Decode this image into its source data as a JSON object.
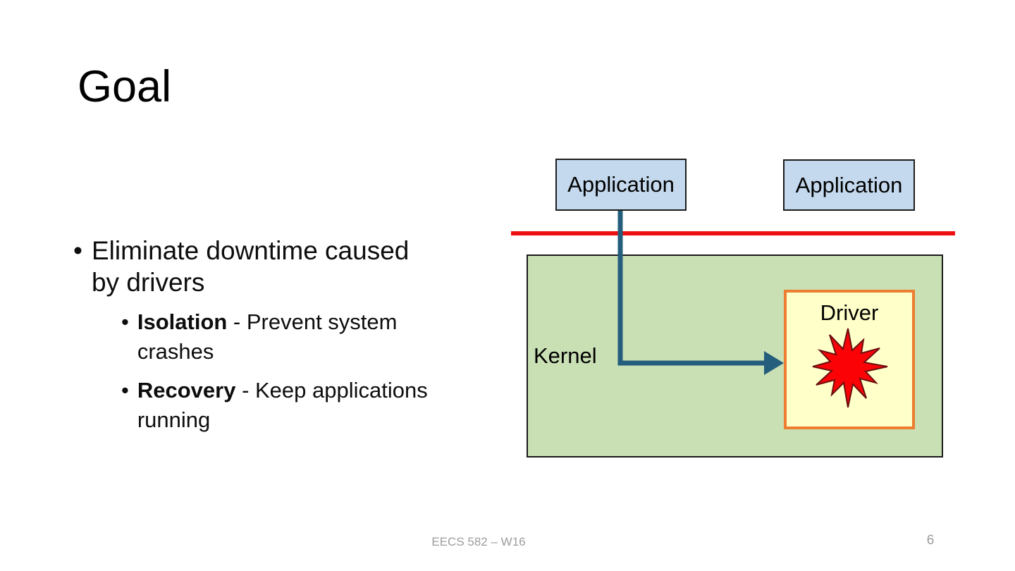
{
  "slide": {
    "title": "Goal",
    "bullets": [
      {
        "level": 1,
        "text": "Eliminate downtime caused by drivers"
      },
      {
        "level": 2,
        "lead": "Isolation",
        "rest": " - Prevent system crashes"
      },
      {
        "level": 2,
        "lead": "Recovery",
        "rest": " - Keep applications running"
      }
    ],
    "bullet_glyph": "•",
    "footer": {
      "course": "EECS 582 – W16",
      "page_number": "6"
    }
  },
  "diagram": {
    "application_box_1": "Application",
    "application_box_2": "Application",
    "kernel_label": "Kernel",
    "driver_label": "Driver",
    "crash_icon": "explosion-starburst",
    "colors": {
      "application_fill": "#c4d9ed",
      "kernel_fill": "#c9dfb4",
      "driver_fill": "#ffffc9",
      "driver_border": "#ed7d31",
      "boundary_line": "#ee1111",
      "arrow": "#255e7c",
      "crash_star_fill": "#fb0207",
      "crash_star_stroke": "#6b1010"
    }
  }
}
